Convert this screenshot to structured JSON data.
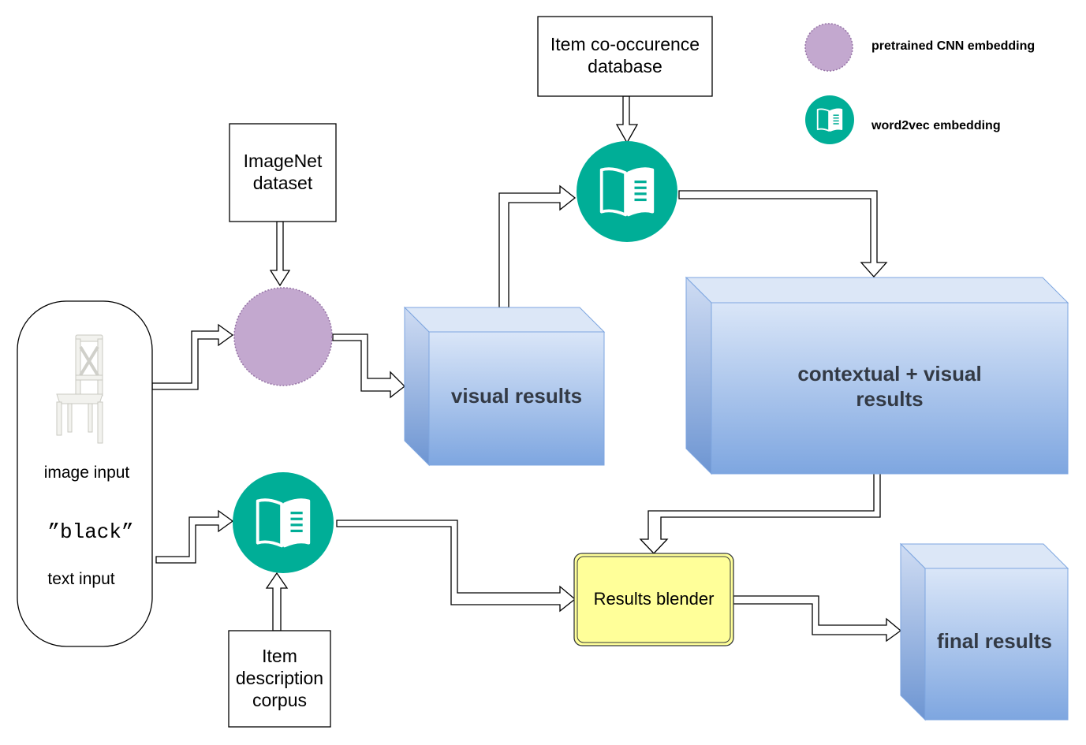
{
  "nodes": {
    "imagenet": {
      "lines": [
        "ImageNet",
        "dataset"
      ]
    },
    "cooccurrence": {
      "lines": [
        "Item co-occurence",
        "database"
      ]
    },
    "corpus": {
      "lines": [
        "Item",
        "description",
        "corpus"
      ]
    },
    "input_panel": {
      "image_label": "image input",
      "text_value": "”black”",
      "text_label": "text input"
    },
    "visual_results": {
      "label": "visual results"
    },
    "contextual_results": {
      "lines": [
        "contextual + visual",
        "results"
      ]
    },
    "blender": {
      "label": "Results blender"
    },
    "final_results": {
      "label": "final results"
    }
  },
  "legend": {
    "cnn": {
      "label": "pretrained CNN embedding",
      "icon": "purple-circle-icon"
    },
    "w2v": {
      "label": "word2vec embedding",
      "icon": "open-book-icon"
    }
  },
  "colors": {
    "cnn_fill": "#c3a8cf",
    "cnn_stroke": "#9673a6",
    "w2v_fill": "#00ae97",
    "cube_top": "#dae6f8",
    "cube_bottom": "#7ea6e0",
    "blender_fill": "#ffff99",
    "blender_stroke": "#36393d"
  }
}
